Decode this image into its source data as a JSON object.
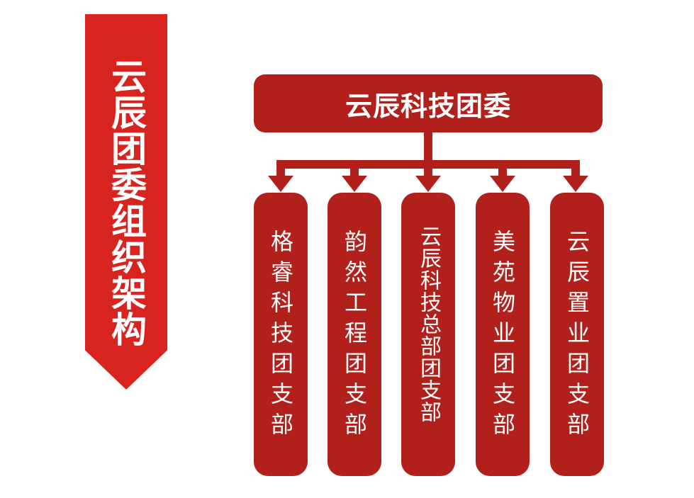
{
  "banner": {
    "title": "云辰团委组织架构"
  },
  "root": {
    "label": "云辰科技团委"
  },
  "branches": [
    {
      "label": "格睿科技团支部"
    },
    {
      "label": "韵然工程团支部"
    },
    {
      "label": "云辰科技总部团支部"
    },
    {
      "label": "美苑物业团支部"
    },
    {
      "label": "云辰置业团支部"
    }
  ],
  "colors": {
    "banner": "#d9231e",
    "node": "#b2201b",
    "text": "#ffffff"
  }
}
